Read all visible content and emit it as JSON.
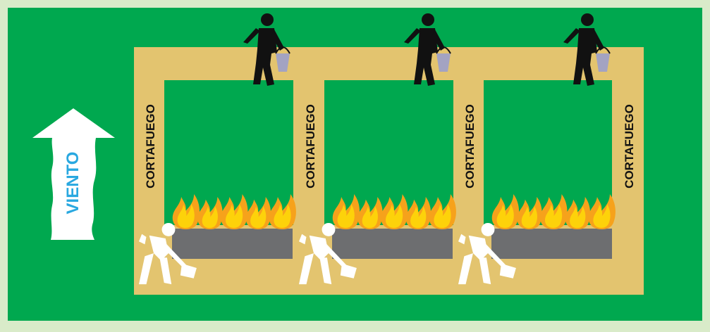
{
  "colors": {
    "frame": "#d9ebc9",
    "grass": "#00a84f",
    "firebreak": "#e3c46f",
    "ash": "#6d6e70",
    "flame_outer": "#f6a21b",
    "flame_inner": "#fdd20a",
    "wind_arrow": "#ffffff",
    "wind_text": "#29a8e0",
    "bucket_person": "#111111",
    "bucket": "#a3a3c2",
    "shovel_person": "#ffffff"
  },
  "wind": {
    "label": "VIENTO",
    "icon": "up-arrow-icon"
  },
  "firebreak_label": "CORTAFUEGO",
  "firebreak_labels": [
    "CORTAFUEGO",
    "CORTAFUEGO",
    "CORTAFUEGO",
    "CORTAFUEGO"
  ],
  "figures": {
    "bucket_carrier_icon": "person-with-bucket-icon",
    "digger_icon": "person-digging-with-shovel-icon",
    "fire_icon": "flame-icon"
  },
  "cells": [
    {
      "flames": 5,
      "has_bucket_carrier": true,
      "has_digger": true
    },
    {
      "flames": 5,
      "has_bucket_carrier": true,
      "has_digger": true
    },
    {
      "flames": 5,
      "has_bucket_carrier": true,
      "has_digger": true
    }
  ]
}
